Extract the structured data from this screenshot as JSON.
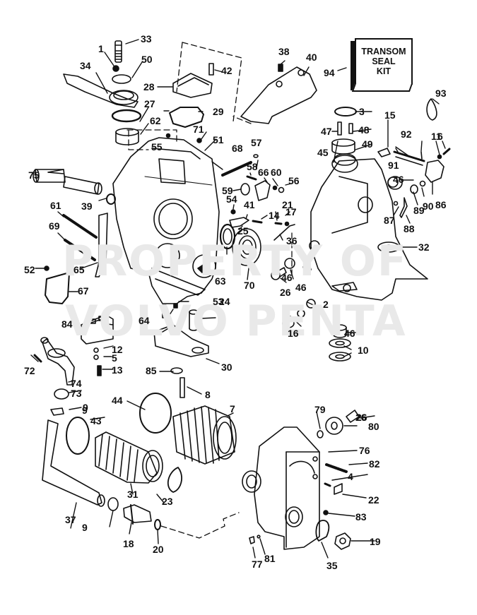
{
  "diagram": {
    "title": "Transom shield / bell housing exploded parts view",
    "watermark_lines": [
      "PROPERTY OF",
      "VOLVO PENTA"
    ],
    "kit_box": {
      "lines": [
        "TRANSOM",
        "SEAL",
        "KIT"
      ],
      "callout": "94"
    },
    "callouts": [
      "1",
      "2",
      "3",
      "4",
      "5",
      "6",
      "7",
      "8",
      "9",
      "9",
      "9",
      "10",
      "11",
      "12",
      "13",
      "14",
      "15",
      "16",
      "17",
      "18",
      "19",
      "20",
      "21",
      "22",
      "23",
      "24",
      "25",
      "26",
      "26",
      "26",
      "27",
      "28",
      "29",
      "30",
      "31",
      "32",
      "33",
      "34",
      "35",
      "36",
      "37",
      "38",
      "39",
      "40",
      "41",
      "42",
      "43",
      "44",
      "45",
      "46",
      "46",
      "46",
      "46",
      "47",
      "48",
      "49",
      "50",
      "51",
      "52",
      "53",
      "54",
      "55",
      "56",
      "57",
      "58",
      "59",
      "60",
      "61",
      "62",
      "63",
      "64",
      "65",
      "66",
      "67",
      "68",
      "69",
      "70",
      "71",
      "72",
      "73",
      "74",
      "75",
      "76",
      "77",
      "79",
      "80",
      "81",
      "82",
      "83",
      "84",
      "85",
      "86",
      "87",
      "88",
      "89",
      "90",
      "91",
      "92",
      "93",
      "94"
    ]
  }
}
